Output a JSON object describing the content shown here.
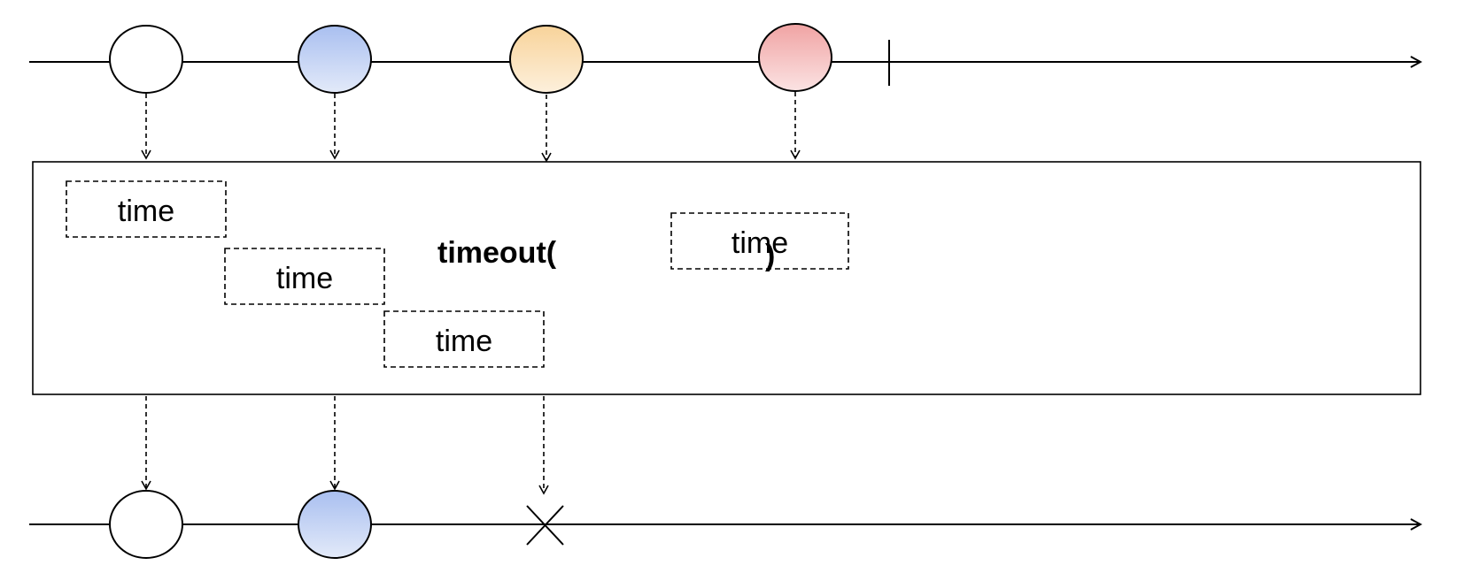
{
  "operator": {
    "label_open": "timeout(",
    "label_close": ")"
  },
  "timer_labels": [
    "time",
    "time",
    "time",
    "time"
  ],
  "colors": {
    "white_marble": "#ffffff",
    "blue_marble_top": "#a9bff0",
    "blue_marble_bottom": "#e3eaf9",
    "orange_marble_top": "#f8d39a",
    "orange_marble_bottom": "#fdf0dc",
    "red_marble_top": "#f0a3a3",
    "red_marble_bottom": "#fbe3e3",
    "line": "#000000"
  },
  "input_stream": {
    "items": [
      "white-marble",
      "blue-marble",
      "orange-marble",
      "red-marble"
    ],
    "completed": true
  },
  "output_stream": {
    "items": [
      "white-marble",
      "blue-marble"
    ],
    "error": true
  }
}
